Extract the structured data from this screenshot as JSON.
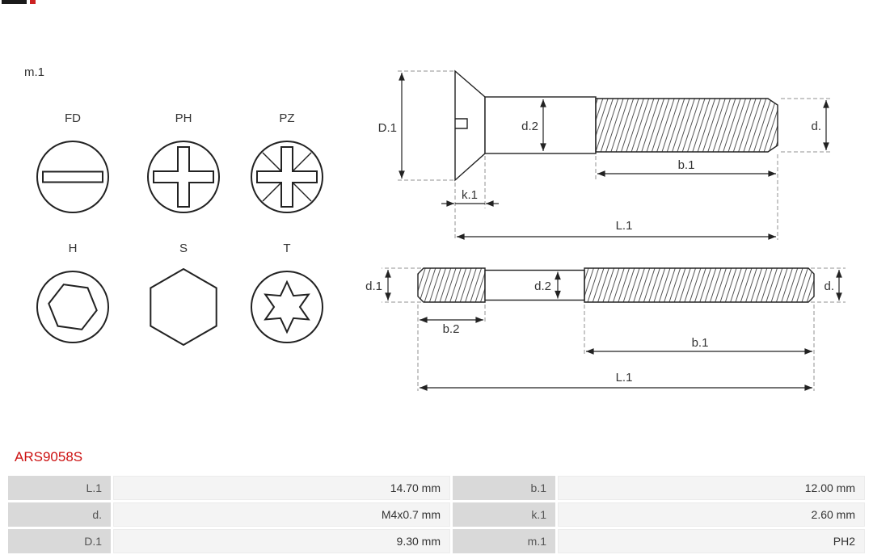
{
  "page": {
    "m1_label": "m.1",
    "part_number": "ARS9058S"
  },
  "colors": {
    "accent_red": "#cc1111",
    "table_label_bg": "#d9d9d9",
    "table_value_bg": "#f4f4f4",
    "line_color": "#222222"
  },
  "drives": [
    {
      "label": "FD",
      "icon": "flat-slot-drive-icon"
    },
    {
      "label": "PH",
      "icon": "phillips-drive-icon"
    },
    {
      "label": "PZ",
      "icon": "pozidriv-drive-icon"
    },
    {
      "label": "H",
      "icon": "hex-socket-drive-icon"
    },
    {
      "label": "S",
      "icon": "hex-head-icon"
    },
    {
      "label": "T",
      "icon": "torx-drive-icon"
    }
  ],
  "dims": {
    "screw": {
      "D1": "D.1",
      "d2": "d.2",
      "d": "d.",
      "b1": "b.1",
      "k1": "k.1",
      "L1": "L.1"
    },
    "stud": {
      "d1": "d.1",
      "d2": "d.2",
      "d": "d.",
      "b2": "b.2",
      "b1": "b.1",
      "L1": "L.1"
    }
  },
  "table": {
    "rows": [
      {
        "l1": "L.1",
        "v1": "14.70 mm",
        "l2": "b.1",
        "v2": "12.00 mm"
      },
      {
        "l1": "d.",
        "v1": "M4x0.7 mm",
        "l2": "k.1",
        "v2": "2.60 mm"
      },
      {
        "l1": "D.1",
        "v1": "9.30 mm",
        "l2": "m.1",
        "v2": "PH2"
      }
    ]
  }
}
